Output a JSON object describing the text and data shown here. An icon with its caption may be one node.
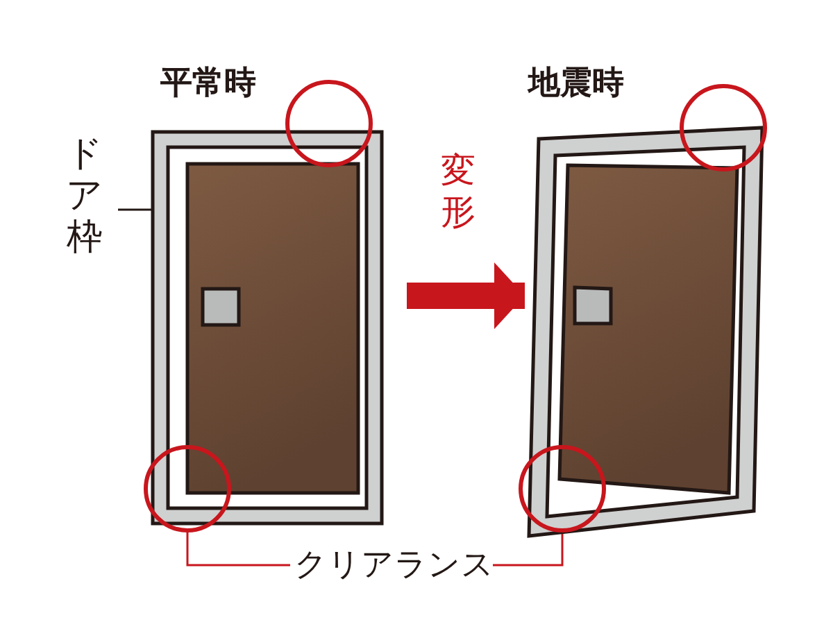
{
  "diagram": {
    "nodes": [
      {
        "text": [
          "平常時"
        ]
      },
      {
        "text": [
          "地震時"
        ]
      },
      {
        "text": [
          "ドア枠"
        ]
      },
      {
        "text": [
          "クリアランス"
        ]
      },
      {
        "text": [],
        "shape": "circle"
      },
      {
        "text": [],
        "shape": "circle"
      },
      {
        "text": [],
        "shape": "circle"
      },
      {
        "text": [],
        "shape": "circle"
      }
    ],
    "edges": [
      {
        "from": 0,
        "to": 1,
        "arrow": "to",
        "label": "変形",
        "style": "thick",
        "color": "#c8161d"
      },
      {
        "from": 2,
        "to": 0,
        "arrow": "none",
        "color": "#231815"
      },
      {
        "from": 3,
        "to": 5,
        "arrow": "none",
        "color": "#c8161d"
      },
      {
        "from": 3,
        "to": 7,
        "arrow": "none",
        "color": "#c8161d"
      }
    ]
  }
}
